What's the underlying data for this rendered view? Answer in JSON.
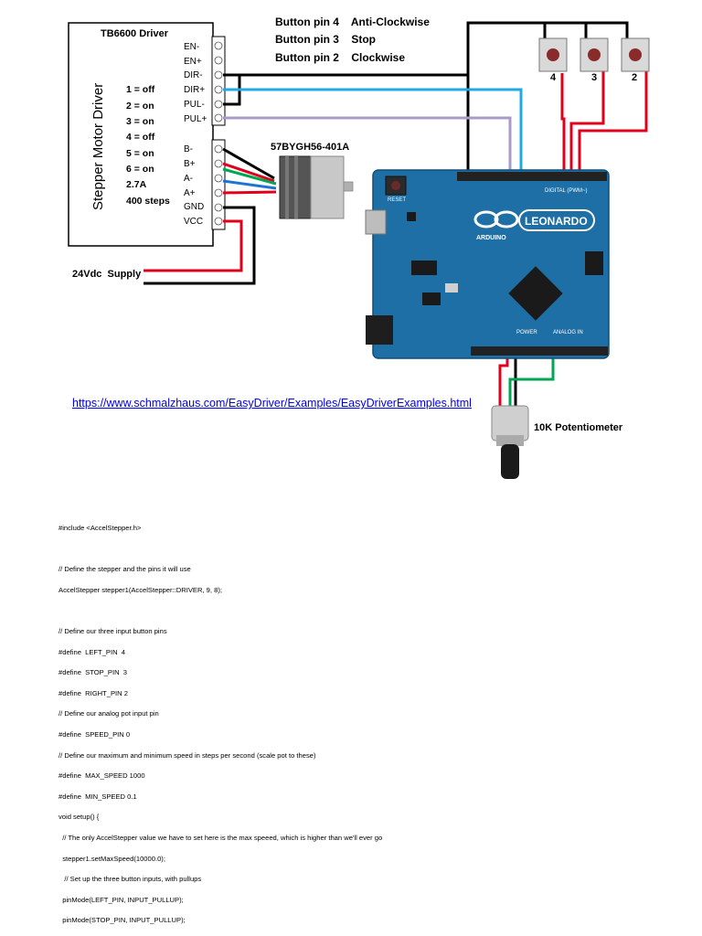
{
  "driver": {
    "title": "TB6600 Driver",
    "side_label": "Stepper Motor Driver",
    "top_pins": [
      "EN-",
      "EN+",
      "DIR-",
      "DIR+",
      "PUL-",
      "PUL+"
    ],
    "bottom_pins": [
      "B-",
      "B+",
      "A-",
      "A+",
      "GND",
      "VCC"
    ],
    "settings": [
      "1 = off",
      "2 = on",
      "3 = on",
      "4 = off",
      "5 = on",
      "6 = on",
      "2.7A",
      "400 steps"
    ]
  },
  "buttons": {
    "legend": [
      "Button pin 4    Anti-Clockwise",
      "Button pin 3    Stop",
      "Button pin 2    Clockwise"
    ],
    "numbers": [
      "4",
      "3",
      "2"
    ]
  },
  "motor_label": "57BYGH56-401A",
  "supply_label": "24Vdc  Supply",
  "arduino": {
    "brand": "LEONARDO",
    "sub": "ARDUINO",
    "digital": "DIGITAL (PWM~)",
    "power": "POWER",
    "analog": "ANALOG IN",
    "reset": "RESET"
  },
  "pot_label": "10K Potentiometer",
  "link_text": "https://www.schmalzhaus.com/EasyDriver/Examples/EasyDriverExamples.html",
  "code_lines": [
    "#include <AccelStepper.h>",
    "",
    "// Define the stepper and the pins it will use",
    "AccelStepper stepper1(AccelStepper::DRIVER, 9, 8);",
    "",
    "// Define our three input button pins",
    "#define  LEFT_PIN  4",
    "#define  STOP_PIN  3",
    "#define  RIGHT_PIN 2",
    "// Define our analog pot input pin",
    "#define  SPEED_PIN 0",
    "// Define our maximum and minimum speed in steps per second (scale pot to these)",
    "#define  MAX_SPEED 1000",
    "#define  MIN_SPEED 0.1",
    "void setup() {",
    "  // The only AccelStepper value we have to set here is the max speeed, which is higher than we'll ever go",
    "  stepper1.setMaxSpeed(10000.0);",
    "   // Set up the three button inputs, with pullups",
    "  pinMode(LEFT_PIN, INPUT_PULLUP);",
    "  pinMode(STOP_PIN, INPUT_PULLUP);"
  ],
  "colors": {
    "wire_black": "#000000",
    "wire_red": "#e0001b",
    "wire_green": "#00a651",
    "wire_blue": "#1f74d0",
    "wire_cyan": "#21a9e1",
    "wire_purple": "#a99bc9",
    "board_blue": "#1d6fa5",
    "link_blue": "#0000ee"
  }
}
